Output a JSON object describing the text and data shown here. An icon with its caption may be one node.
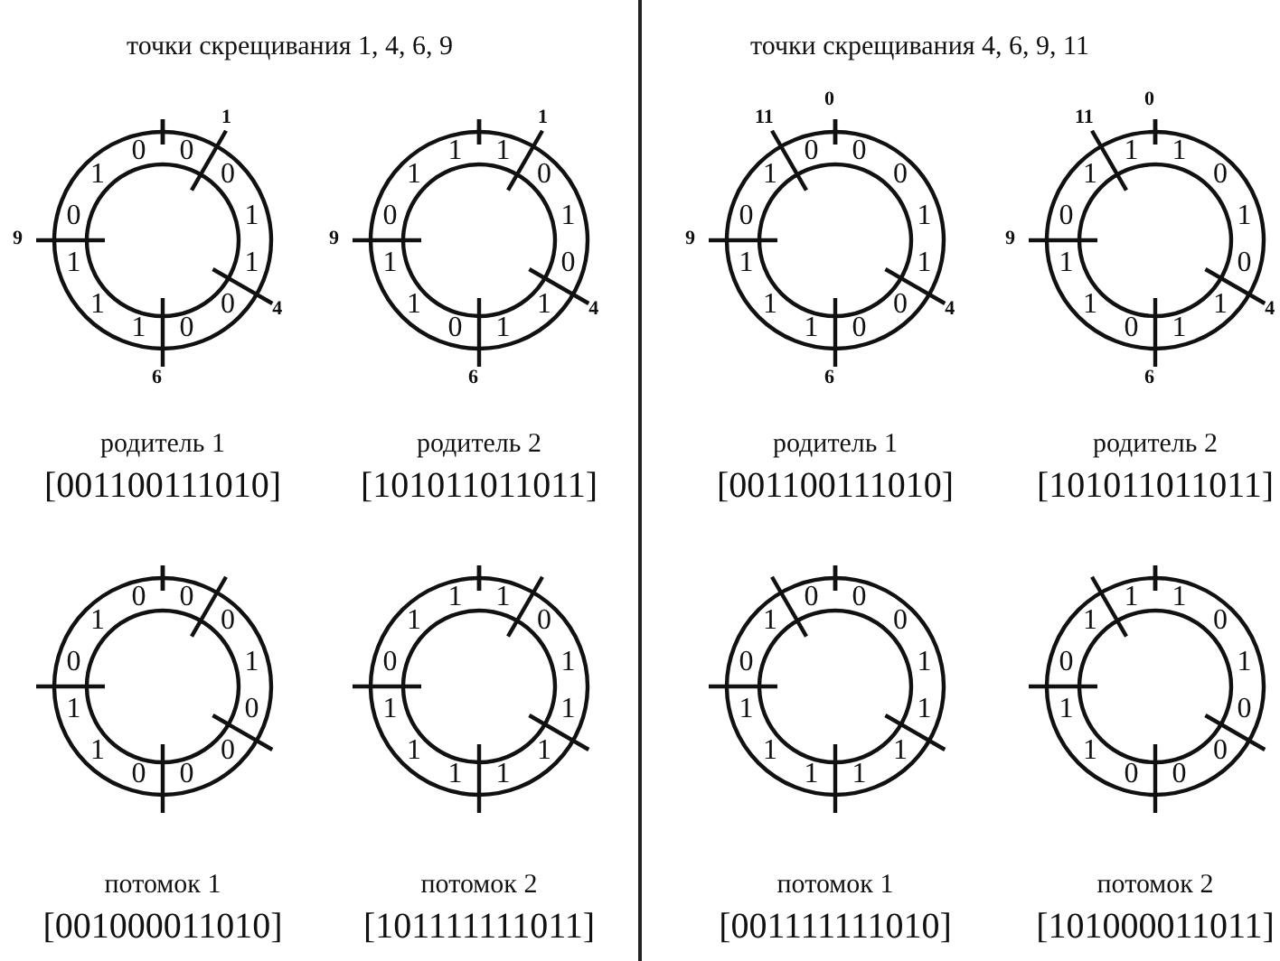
{
  "diagram": {
    "nodes": [
      {
        "text": [
          "0",
          "0",
          "1",
          "1",
          "0",
          "0",
          "1",
          "1",
          "1",
          "0",
          "1",
          "0"
        ],
        "beside": [
          "1",
          "4",
          "6",
          "9",
          "родитель 1",
          "[001100111010]"
        ]
      },
      {
        "text": [
          "1",
          "0",
          "1",
          "0",
          "1",
          "1",
          "0",
          "1",
          "1",
          "0",
          "1",
          "1"
        ],
        "beside": [
          "1",
          "4",
          "6",
          "9",
          "родитель 2",
          "[101011011011]"
        ]
      },
      {
        "text": [
          "0",
          "0",
          "1",
          "1",
          "0",
          "0",
          "1",
          "1",
          "1",
          "0",
          "1",
          "0"
        ],
        "beside": [
          "0",
          "4",
          "6",
          "9",
          "11",
          "родитель 1",
          "[001100111010]"
        ]
      },
      {
        "text": [
          "1",
          "0",
          "1",
          "0",
          "1",
          "1",
          "0",
          "1",
          "1",
          "0",
          "1",
          "1"
        ],
        "beside": [
          "0",
          "4",
          "6",
          "9",
          "11",
          "родитель 2",
          "[101011011011]"
        ]
      },
      {
        "text": [
          "0",
          "0",
          "1",
          "0",
          "0",
          "0",
          "0",
          "1",
          "1",
          "0",
          "1",
          "0"
        ],
        "beside": [
          "потомок 1",
          "[001000011010]"
        ]
      },
      {
        "text": [
          "1",
          "0",
          "1",
          "1",
          "1",
          "1",
          "1",
          "1",
          "1",
          "0",
          "1",
          "1"
        ],
        "beside": [
          "потомок 2",
          "[101111111011]"
        ]
      },
      {
        "text": [
          "0",
          "0",
          "1",
          "1",
          "1",
          "1",
          "1",
          "1",
          "1",
          "0",
          "1",
          "0"
        ],
        "beside": [
          "потомок 1",
          "[001111111010]"
        ]
      },
      {
        "text": [
          "1",
          "0",
          "1",
          "0",
          "0",
          "0",
          "0",
          "1",
          "1",
          "0",
          "1",
          "1"
        ],
        "beside": [
          "потомок 2",
          "[101000011011]"
        ]
      }
    ],
    "edges": [],
    "labels": [
      "точки скрещивания 1, 4, 6, 9",
      "точки скрещивания 4, 6, 9, 11"
    ]
  }
}
